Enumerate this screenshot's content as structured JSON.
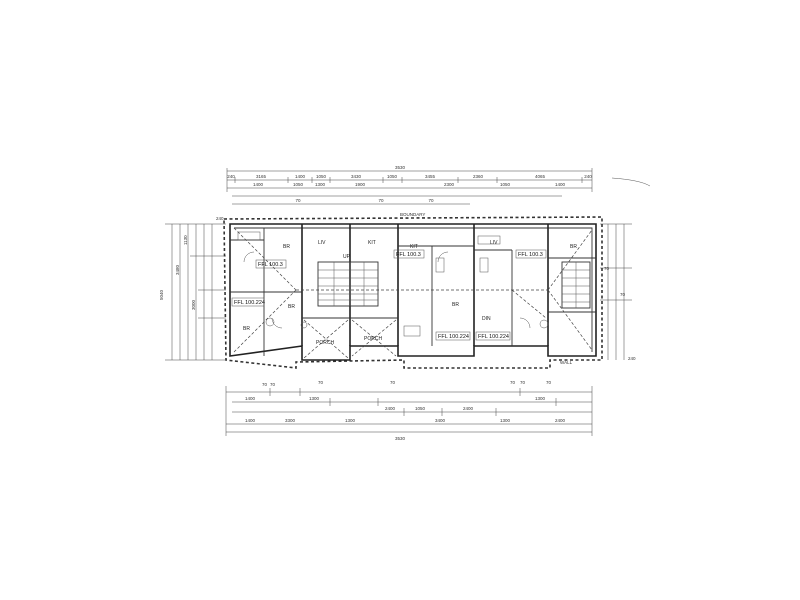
{
  "overall_dims": {
    "top": "3530",
    "bottom": "3530"
  },
  "top_dims_row1": [
    "240",
    "3165",
    "1400",
    "1050",
    "3430",
    "1050",
    "3455",
    "2360",
    "4065",
    "240"
  ],
  "top_dims_row2": [
    "1400",
    "1050",
    "1300",
    "1900",
    "2300",
    "1050",
    "1400"
  ],
  "top_dims_row3": [
    "70",
    "70",
    "70"
  ],
  "bottom_dims_row1": [
    "70",
    "70",
    "70",
    "70",
    "70",
    "70",
    "70"
  ],
  "bottom_dims_row2": [
    "1400",
    "1300",
    "2400",
    "1050",
    "2400",
    "1300"
  ],
  "bottom_dims_row3": [
    "1400",
    "3300",
    "1300",
    "3400",
    "1300",
    "2400"
  ],
  "left_dims": [
    "240",
    "1130",
    "3480",
    "3000",
    "5040"
  ],
  "right_dims": [
    "240",
    "70",
    "70"
  ],
  "rooms": [
    {
      "id": "bed-1",
      "label": "BR"
    },
    {
      "id": "living-1",
      "label": "LIV"
    },
    {
      "id": "kitchen-1",
      "label": "KIT"
    },
    {
      "id": "bed-2",
      "label": "BR"
    },
    {
      "id": "bed-3",
      "label": "BR"
    },
    {
      "id": "kitchen-2",
      "label": "KIT"
    },
    {
      "id": "bed-4",
      "label": "BR"
    },
    {
      "id": "living-2",
      "label": "LIV"
    },
    {
      "id": "dining-1",
      "label": "DIN"
    },
    {
      "id": "bed-5",
      "label": "BR"
    },
    {
      "id": "porch-1",
      "label": "PORCH"
    },
    {
      "id": "porch-2",
      "label": "PORCH"
    }
  ],
  "level_tags": [
    {
      "id": "ffl-1",
      "text": "FFL 100.3"
    },
    {
      "id": "ffl-2",
      "text": "FFL 100.224"
    },
    {
      "id": "ffl-3",
      "text": "FFL 100.3"
    },
    {
      "id": "ffl-4",
      "text": "FFL 100.3"
    },
    {
      "id": "ffl-5",
      "text": "FFL 100.224"
    },
    {
      "id": "ffl-6",
      "text": "FFL 100.224"
    }
  ],
  "misc_labels": {
    "stair_note": "UP",
    "boundary_note": "BOUNDARY",
    "wall_note": "WALL"
  },
  "colors": {
    "ink": "#222222",
    "paper": "#ffffff",
    "hatch": "#444444"
  }
}
